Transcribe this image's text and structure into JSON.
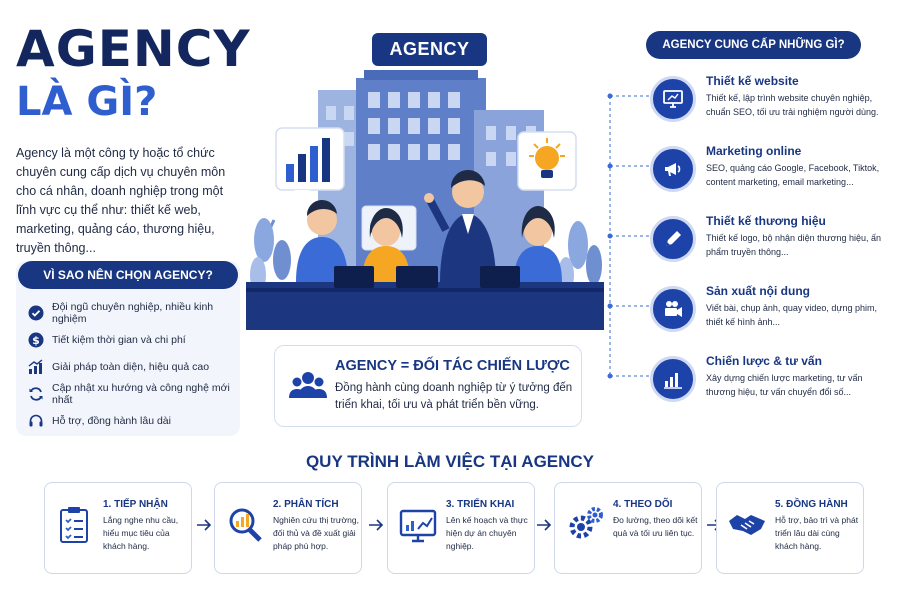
{
  "title": {
    "line1": "AGENCY",
    "line2": "LÀ GÌ?"
  },
  "intro": "Agency là một công ty hoặc tổ chức chuyên cung cấp dịch vụ chuyên môn cho cá nhân, doanh nghiệp trong một lĩnh vực cụ thể như: thiết kế web, marketing, quảng cáo, thương hiệu, truyền thông...",
  "why": {
    "heading": "VÌ SAO NÊN CHỌN AGENCY?",
    "items": [
      {
        "label": "Đội ngũ chuyên nghiệp, nhiều kinh nghiệm",
        "icon": "check-circle-icon"
      },
      {
        "label": "Tiết kiệm thời gian và chi phí",
        "icon": "dollar-icon"
      },
      {
        "label": "Giải pháp toàn diện, hiệu quả cao",
        "icon": "chart-up-icon"
      },
      {
        "label": "Cập nhật xu hướng và công nghệ mới nhất",
        "icon": "refresh-icon"
      },
      {
        "label": "Hỗ trợ, đồng hành lâu dài",
        "icon": "headset-icon"
      }
    ]
  },
  "scene": {
    "tag": "AGENCY"
  },
  "strategy": {
    "title": "AGENCY = ĐỐI TÁC CHIẾN LƯỢC",
    "desc": "Đồng hành cùng doanh nghiệp từ ý tưởng đến triển khai, tối ưu và phát triển bền vững."
  },
  "services": {
    "heading": "AGENCY CUNG CẤP NHỮNG GÌ?",
    "items": [
      {
        "title": "Thiết kế website",
        "desc": "Thiết kế, lập trình website chuyên nghiệp, chuẩn SEO, tối ưu trải nghiệm người dùng.",
        "icon": "monitor-icon"
      },
      {
        "title": "Marketing online",
        "desc": "SEO, quảng cáo Google, Facebook, Tiktok, content marketing, email marketing...",
        "icon": "megaphone-icon"
      },
      {
        "title": "Thiết kế thương hiệu",
        "desc": "Thiết kế logo, bộ nhận diện thương hiệu, ấn phẩm truyền thông...",
        "icon": "pen-icon"
      },
      {
        "title": "Sản xuất nội dung",
        "desc": "Viết bài, chụp ảnh, quay video, dựng phim, thiết kế hình ảnh...",
        "icon": "video-camera-icon"
      },
      {
        "title": "Chiến lược & tư vấn",
        "desc": "Xây dựng chiến lược marketing, tư vấn thương hiệu, tư vấn chuyển đổi số...",
        "icon": "bar-chart-icon"
      }
    ]
  },
  "process": {
    "title": "QUY TRÌNH LÀM VIỆC TẠI AGENCY",
    "steps": [
      {
        "title": "1. TIẾP NHẬN",
        "desc": "Lắng nghe nhu cầu, hiểu mục tiêu của khách hàng.",
        "icon": "clipboard-icon"
      },
      {
        "title": "2. PHÂN TÍCH",
        "desc": "Nghiên cứu thị trường, đối thủ và đề xuất giải pháp phù hợp.",
        "icon": "magnifier-icon"
      },
      {
        "title": "3. TRIỂN KHAI",
        "desc": "Lên kế hoạch và thực hiện dự án chuyên nghiệp.",
        "icon": "dashboard-icon"
      },
      {
        "title": "4. THEO DÕI",
        "desc": "Đo lường, theo dõi kết quả và tối ưu liên tục.",
        "icon": "gears-icon"
      },
      {
        "title": "5. ĐỒNG HÀNH",
        "desc": "Hỗ trợ, bảo trì và phát triển lâu dài cùng khách hàng.",
        "icon": "handshake-icon"
      }
    ]
  },
  "colors": {
    "navy": "#183682",
    "blue": "#1e43a8",
    "accent": "#2f5fcf"
  }
}
